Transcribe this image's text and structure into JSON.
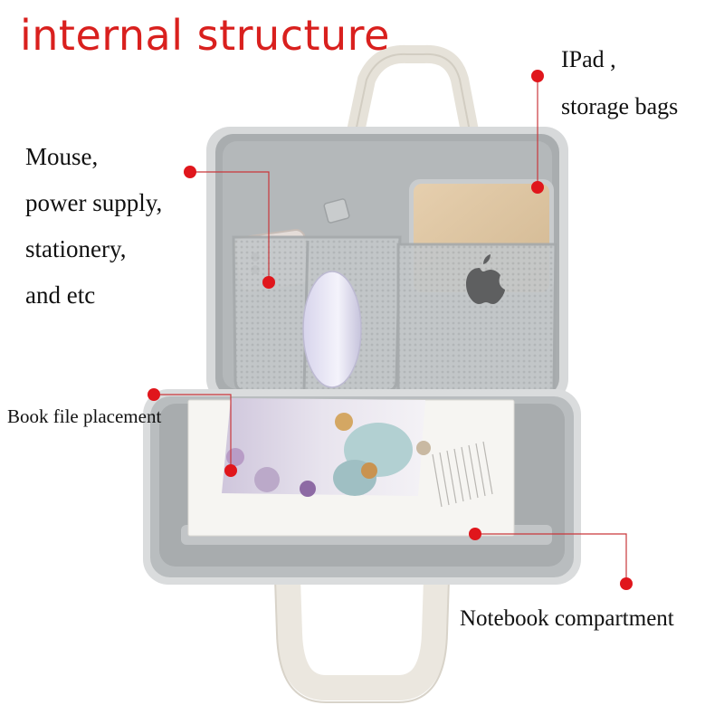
{
  "title": "internal structure",
  "labels": {
    "mouse_lines": [
      "Mouse,",
      "power supply,",
      "stationery,",
      "and etc"
    ],
    "ipad_lines": [
      "IPad ,",
      "storage bags"
    ],
    "book": "Book file placement",
    "notebook": "Notebook compartment"
  },
  "colors": {
    "title": "#d9201e",
    "marker": "#e0161c",
    "callout_line": "#c9373b",
    "bag_body": "#b9bdbf",
    "bag_lining": "#a9adaf",
    "handle": "#ebe7df"
  }
}
